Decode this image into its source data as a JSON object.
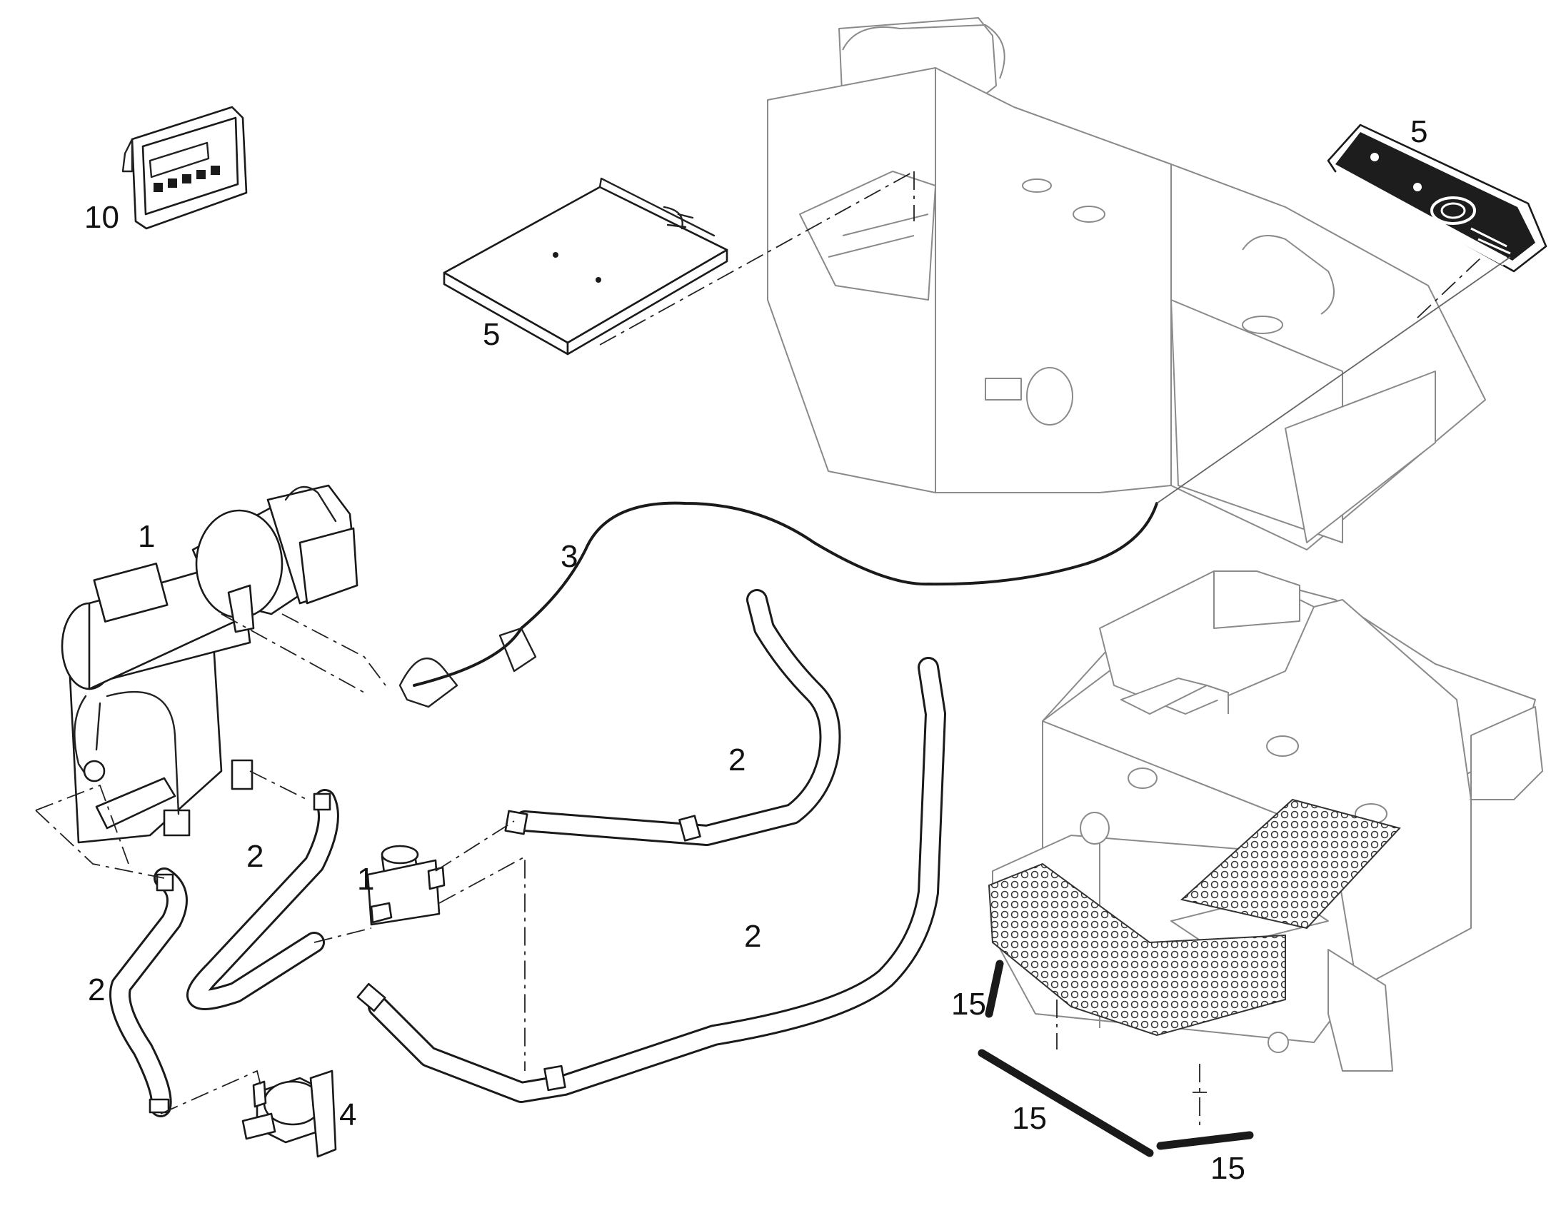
{
  "callouts": {
    "control_panel": "10",
    "cover_plate": "5",
    "cover_housing": "5",
    "heater": "1",
    "wiring_harness": "3",
    "hose_upper_right": "2",
    "hose_left_mid": "2",
    "hose_left_low": "2",
    "hose_right_low": "2",
    "valve": "1",
    "pump": "4",
    "seal_strip_short": "15",
    "seal_strip_long": "15",
    "seal_strip_bottom": "15"
  },
  "icons": {
    "heater_unit": "heater-icon",
    "control_panel": "control-panel-icon",
    "circulation_pump": "pump-icon",
    "shutoff_valve": "valve-icon"
  }
}
